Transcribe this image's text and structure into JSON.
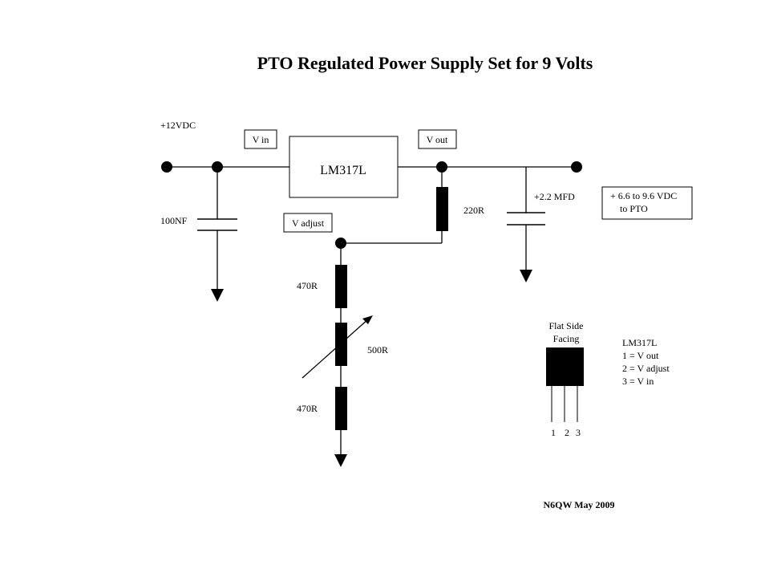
{
  "title": "PTO Regulated Power Supply Set for 9 Volts",
  "input_label": "+12VDC",
  "pin_labels": {
    "v_in": "V in",
    "v_out": "V out",
    "v_adjust": "V adjust"
  },
  "regulator": "LM317L",
  "components": {
    "input_cap": "100NF",
    "output_cap": "+2.2 MFD",
    "r_top": "220R",
    "r_upper": "470R",
    "pot": "500R",
    "r_lower": "470R"
  },
  "output_box": {
    "line1": "+ 6.6 to 9.6 VDC",
    "line2": "to PTO"
  },
  "package": {
    "caption1": "Flat Side",
    "caption2": "Facing",
    "pins": [
      "1",
      "2",
      "3"
    ],
    "legend_title": "LM317L",
    "legend": [
      "1 = V out",
      "2 = V adjust",
      "3 = V in"
    ]
  },
  "credit": "N6QW May 2009"
}
